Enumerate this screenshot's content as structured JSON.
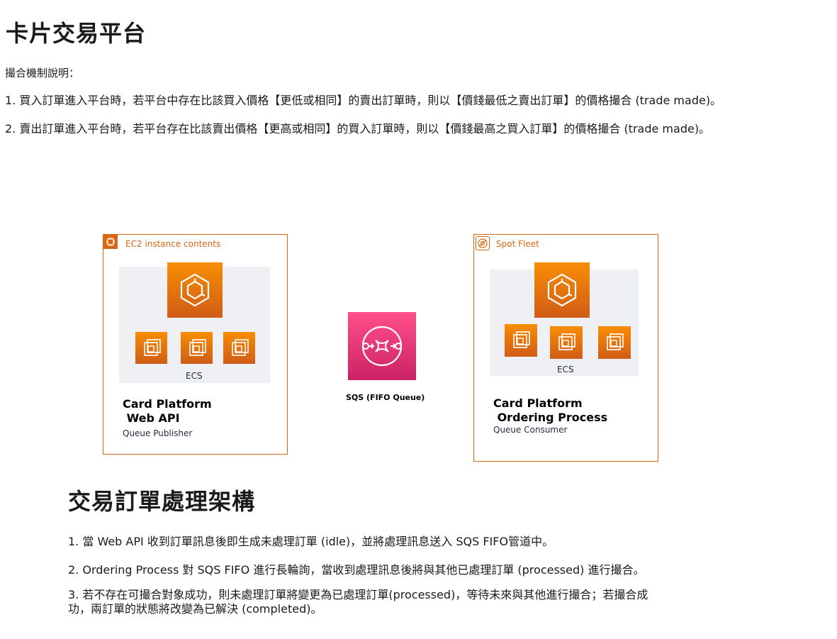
{
  "title": "卡片交易平台",
  "intro": "撮合機制說明：",
  "rules": [
    "1. 買入訂單進入平台時，若平台中存在比該買入價格【更低或相同】的賣出訂單時，則以【價錢最低之賣出訂單】的價格撮合 (trade made)。",
    "2. 賣出訂單進入平台時，若平台存在比該賣出價格【更高或相同】的買入訂單時，則以【價錢最高之買入訂單】的價格撮合 (trade made)。"
  ],
  "diagram": {
    "left_group": {
      "label": "EC2 instance contents",
      "icon": "ec2-instance-contents-icon",
      "cluster_label": "ECS",
      "title": "Card Platform\n Web API",
      "subtitle": "Queue Publisher"
    },
    "queue": {
      "label": "SQS (FIFO Queue)",
      "icon": "sqs-queue-icon"
    },
    "right_group": {
      "label": "Spot Fleet",
      "icon": "spot-fleet-icon",
      "cluster_label": "ECS",
      "title": "Card Platform\n Ordering Process",
      "subtitle": "Queue Consumer"
    },
    "colors": {
      "aws_orange": "#d86613",
      "ecs_gradient_top": "#f78e04",
      "sqs_gradient_top": "#ff4f8b",
      "sqs_gradient_bottom": "#cc2264",
      "cluster_bg": "#eff0f3"
    }
  },
  "section2": {
    "title": "交易訂單處理架構",
    "steps": [
      "1. 當 Web API 收到訂單訊息後即生成未處理訂單 (idle)，並將處理訊息送入 SQS FIFO管道中。",
      "2. Ordering Process 對 SQS FIFO 進行長輪詢，當收到處理訊息後將與其他已處理訂單 (processed) 進行撮合。",
      "3. 若不存在可撮合對象成功，則未處理訂單將變更為已處理訂單(processed)，等待未來與其他進行撮合；若撮合成\n功，兩訂單的狀態將改變為已解決 (completed)。"
    ]
  }
}
